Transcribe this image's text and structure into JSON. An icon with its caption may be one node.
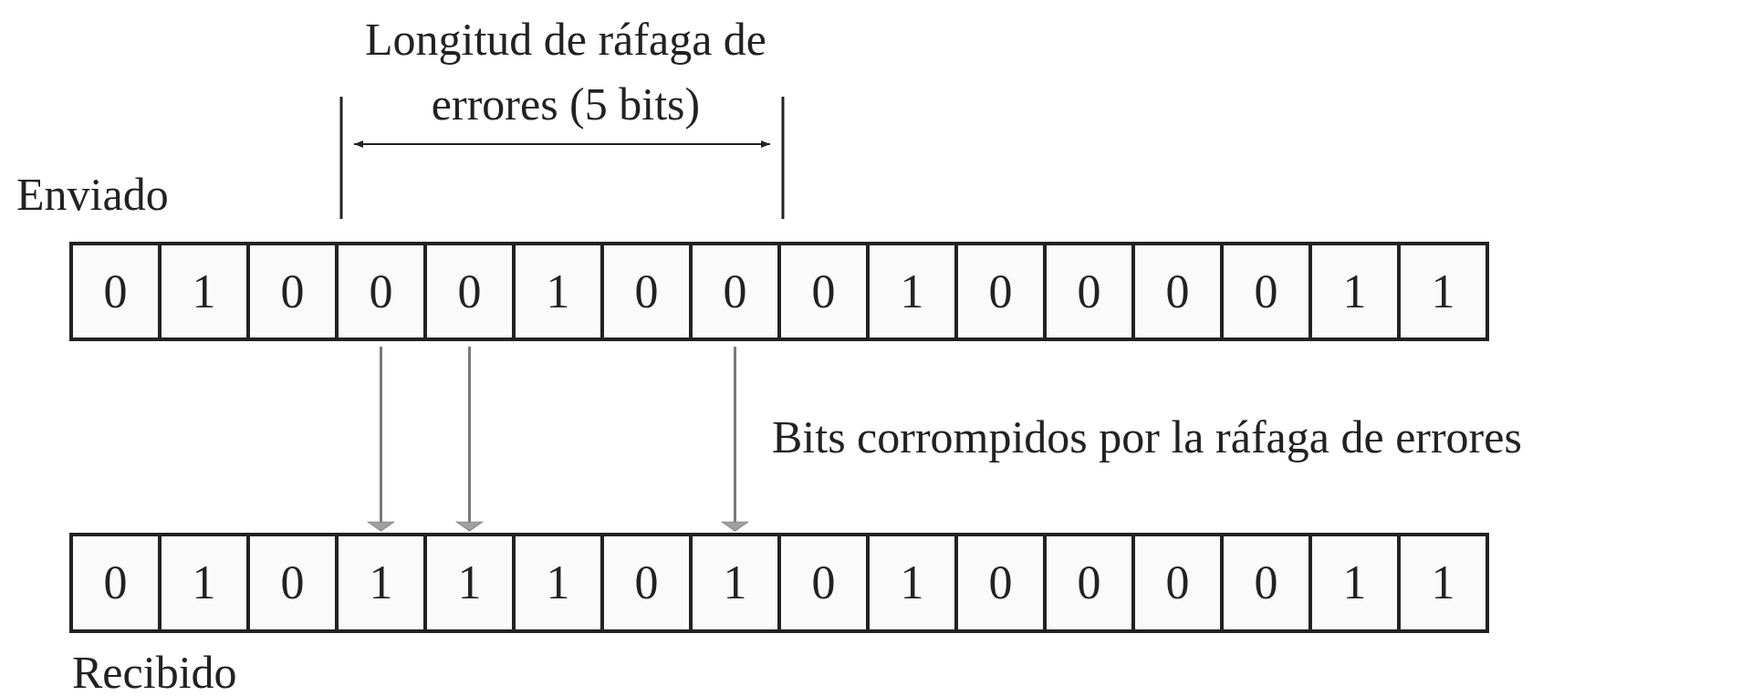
{
  "diagram": {
    "nodes": [
      {
        "text": [
          "0"
        ]
      },
      {
        "text": [
          "1"
        ]
      },
      {
        "text": [
          "0"
        ]
      },
      {
        "text": [
          "0"
        ]
      },
      {
        "text": [
          "0"
        ]
      },
      {
        "text": [
          "1"
        ]
      },
      {
        "text": [
          "0"
        ]
      },
      {
        "text": [
          "0"
        ]
      },
      {
        "text": [
          "0"
        ]
      },
      {
        "text": [
          "1"
        ]
      },
      {
        "text": [
          "0"
        ]
      },
      {
        "text": [
          "0"
        ]
      },
      {
        "text": [
          "0"
        ]
      },
      {
        "text": [
          "0"
        ]
      },
      {
        "text": [
          "1"
        ]
      },
      {
        "text": [
          "1"
        ]
      },
      {
        "text": [
          "0"
        ]
      },
      {
        "text": [
          "1"
        ]
      },
      {
        "text": [
          "0"
        ]
      },
      {
        "text": [
          "1"
        ]
      },
      {
        "text": [
          "1"
        ]
      },
      {
        "text": [
          "1"
        ]
      },
      {
        "text": [
          "0"
        ]
      },
      {
        "text": [
          "1"
        ]
      },
      {
        "text": [
          "0"
        ]
      },
      {
        "text": [
          "1"
        ]
      },
      {
        "text": [
          "0"
        ]
      },
      {
        "text": [
          "0"
        ]
      },
      {
        "text": [
          "0"
        ]
      },
      {
        "text": [
          "0"
        ]
      },
      {
        "text": [
          "1"
        ]
      },
      {
        "text": [
          "1"
        ]
      }
    ],
    "edges": [
      {
        "from": 3,
        "to": 19,
        "arrow": "to"
      },
      {
        "from": 4,
        "to": 20,
        "arrow": "to"
      },
      {
        "from": 7,
        "to": 23,
        "arrow": "to"
      }
    ],
    "labels": [
      "Longitud de ráfaga de errores (5 bits)",
      "Enviado",
      "Bits corrompidos por la ráfaga de errores",
      "Recibido"
    ]
  }
}
